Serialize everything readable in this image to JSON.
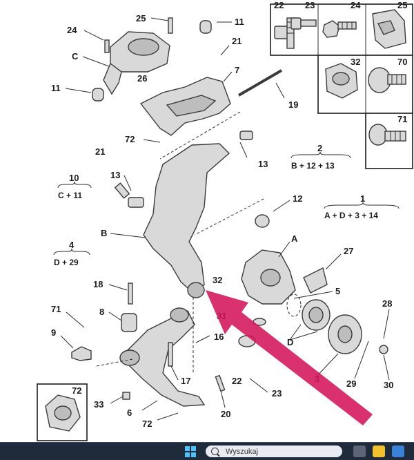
{
  "callouts": {
    "c25": "25",
    "c11a": "11",
    "c24": "24",
    "c21a": "21",
    "cC": "C",
    "c7": "7",
    "c26": "26",
    "c11b": "11",
    "c19": "19",
    "c72a": "72",
    "c21b": "21",
    "c13a": "13",
    "c13b": "13",
    "c10": "10",
    "c12": "12",
    "c1": "1",
    "c2": "2",
    "cB": "B",
    "cA": "A",
    "c4": "4",
    "c27": "27",
    "c32": "32",
    "c5": "5",
    "c18": "18",
    "c8": "8",
    "c31": "31",
    "c71": "71",
    "c9": "9",
    "c16": "16",
    "cD": "D",
    "c28": "28",
    "c3": "3",
    "c22": "22",
    "c17": "17",
    "c29": "29",
    "c30": "30",
    "c23": "23",
    "c72b": "72",
    "c33": "33",
    "c6": "6",
    "c20": "20",
    "c72c": "72"
  },
  "formulas": {
    "f10": "C + 11",
    "f2": "B + 12 + 13",
    "f1": "A + D + 3 + 14",
    "f4": "D + 29"
  },
  "box_labels": {
    "b22": "22",
    "b23": "23",
    "b24": "24",
    "b25": "25",
    "b32": "32",
    "b70": "70",
    "b71": "71",
    "b72": "72"
  },
  "taskbar": {
    "search_placeholder": "Wyszukaj"
  },
  "colors": {
    "arrow": "#d4145a",
    "parts_fill": "#d9d9d9",
    "line": "#2b2b2b",
    "taskbar_bg": "#1f2a3a"
  },
  "icons": [
    "windows-start-icon",
    "search-icon",
    "taskbar-app-icon"
  ]
}
